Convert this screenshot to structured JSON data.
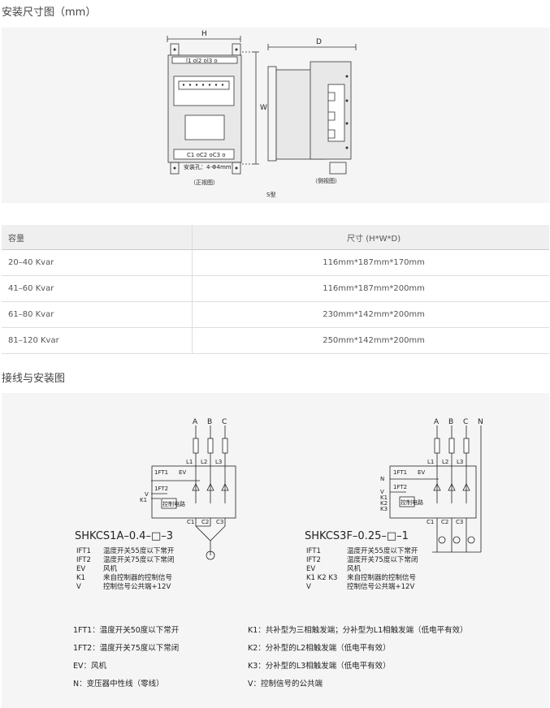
{
  "section1": {
    "title": "安装尺寸图（mm）"
  },
  "dims": {
    "h": "H",
    "w": "W",
    "d": "D",
    "front": "（正视图）",
    "side": "（侧视图）",
    "type": "S型",
    "hole": "安装孔：4-Φ4mm",
    "t123": "l1 ol2 ol3 o",
    "c123": "C1 oC2 oC3 o"
  },
  "table": {
    "headers": [
      "容量",
      "尺寸 (H*W*D)"
    ],
    "rows": [
      [
        "20–40 Kvar",
        "116mm*187mm*170mm"
      ],
      [
        "41–60 Kvar",
        "116mm*187mm*200mm"
      ],
      [
        "61–80 Kvar",
        "230mm*142mm*200mm"
      ],
      [
        "81–120 Kvar",
        "250mm*142mm*200mm"
      ]
    ]
  },
  "section2": {
    "title": "接线与安装图"
  },
  "left_diagram": {
    "phases": [
      "A",
      "B",
      "C"
    ],
    "lines": [
      "L1",
      "L2",
      "L3"
    ],
    "caps": [
      "C1",
      "C2",
      "C3"
    ],
    "ift1": "1FT1",
    "ev": "EV",
    "ift2": "1FT2",
    "v": "V",
    "k1": "K1",
    "ctrl": "控制电路",
    "model": "SHKCS1A–0.4–□–3",
    "legend": [
      [
        "IFT1",
        "温度开关55度以下常开"
      ],
      [
        "IFT2",
        "温度开关75度以下常闭"
      ],
      [
        "EV",
        "风机"
      ],
      [
        "K1",
        "来自控制器的控制信号"
      ],
      [
        "V",
        "控制信号公共端+12V"
      ]
    ]
  },
  "right_diagram": {
    "phases": [
      "A",
      "B",
      "C",
      "N"
    ],
    "lines": [
      "L1",
      "L2",
      "L3"
    ],
    "caps": [
      "C1",
      "C2",
      "C3"
    ],
    "ift1": "1FT1",
    "ev": "EV",
    "ift2": "1FT2",
    "ins": [
      "N",
      "V",
      "K1",
      "K2",
      "K3"
    ],
    "ctrl": "控制电路",
    "model": "SHKCS3F–0.25–□–1",
    "legend": [
      [
        "IFT1",
        "温度开关55度以下常开"
      ],
      [
        "IFT2",
        "温度开关75度以下常闭"
      ],
      [
        "EV",
        "风机"
      ],
      [
        "K1  K2  K3",
        "来自控制器的控制信号"
      ],
      [
        "V",
        "控制信号公共端+12V"
      ]
    ]
  },
  "notes_left": [
    "1FT1：温度开关50度以下常开",
    "1FT2：温度开关75度以下常闭",
    "EV：风机",
    "N：变压器中性线（零线）"
  ],
  "notes_right": [
    "K1：共补型为三相触发端；分补型为L1相触发端（低电平有效）",
    "K2：分补型的L2相触发端（低电平有效）",
    "K3：分补型的L3相触发端（低电平有效）",
    "V：控制信号的公共端"
  ]
}
